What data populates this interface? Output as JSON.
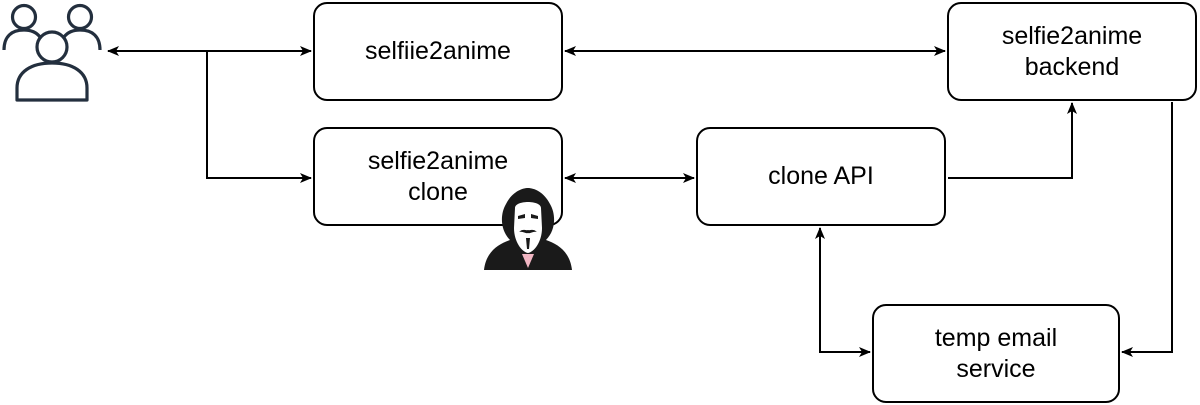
{
  "nodes": {
    "frontend": {
      "lines": [
        "selfiie2anime"
      ]
    },
    "backend": {
      "lines": [
        "selfie2anime",
        "backend"
      ]
    },
    "clone": {
      "lines": [
        "selfie2anime",
        "clone"
      ]
    },
    "clone_api": {
      "lines": [
        "clone API"
      ]
    },
    "temp_email": {
      "lines": [
        "temp email",
        "service"
      ]
    }
  },
  "icons": {
    "users": "users-group-icon",
    "attacker": "anonymous-hacker-icon"
  },
  "edges": [
    {
      "from": "users",
      "to": "frontend",
      "direction": "both"
    },
    {
      "from": "users",
      "to": "clone",
      "direction": "forward"
    },
    {
      "from": "frontend",
      "to": "backend",
      "direction": "both"
    },
    {
      "from": "clone",
      "to": "clone_api",
      "direction": "both"
    },
    {
      "from": "clone_api",
      "to": "backend",
      "direction": "forward"
    },
    {
      "from": "backend",
      "to": "temp_email",
      "direction": "forward"
    },
    {
      "from": "temp_email",
      "to": "clone_api",
      "direction": "both"
    }
  ],
  "colors": {
    "stroke": "#000000",
    "icon": "#232f3e",
    "mask_pink": "#f2b7c4"
  }
}
